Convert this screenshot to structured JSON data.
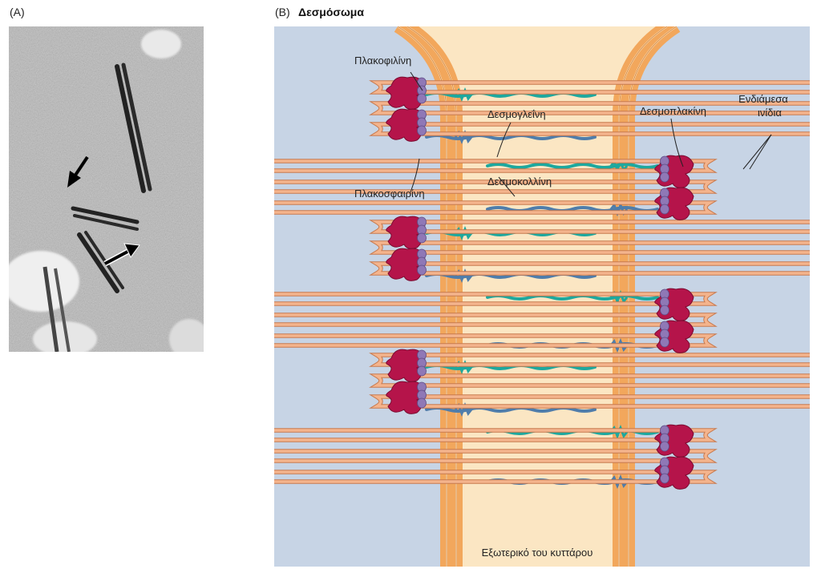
{
  "panel_a": {
    "letter": "(A)"
  },
  "panel_b": {
    "letter": "(B)",
    "title": "Δεσμόσωμα"
  },
  "labels": {
    "plakophilin": "Πλακοφιλίνη",
    "plakoglobin": "Πλακοσφαιρίνη",
    "desmoglein": "Δεσμογλεΐνη",
    "desmocollin": "Δεσμοκολλίνη",
    "desmoplakin": "Δεσμοπλακίνη",
    "filaments_line1": "Ενδιάμεσα",
    "filaments_line2": "ινίδια",
    "exterior": "Εξωτερικό του κυττάρου"
  },
  "colors": {
    "cytoplasm": "#c7d4e5",
    "extracellular": "#fbe6c3",
    "membrane": "#f2a75c",
    "filament": "#f4b48d",
    "desmoplakin": "#b5144a",
    "plakophilin": "#8f78b6",
    "desmoglein": "#1ea89e",
    "desmocollin": "#4f7dab"
  }
}
